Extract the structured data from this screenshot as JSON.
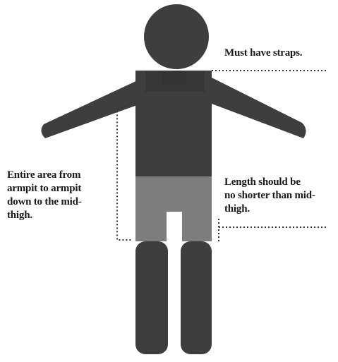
{
  "annotations": {
    "straps": [
      "Must have straps."
    ],
    "area": [
      "Entire area from",
      "armpit to armpit",
      "down to the mid-",
      "thigh."
    ],
    "length": [
      "Length should be",
      "no shorter than mid-",
      "thigh."
    ]
  },
  "colors": {
    "figure": "#3e3e3e",
    "straps": "#383838",
    "shorts": "#7d7d7d",
    "guide_line": "#333333",
    "text": "#1a1a1a"
  }
}
